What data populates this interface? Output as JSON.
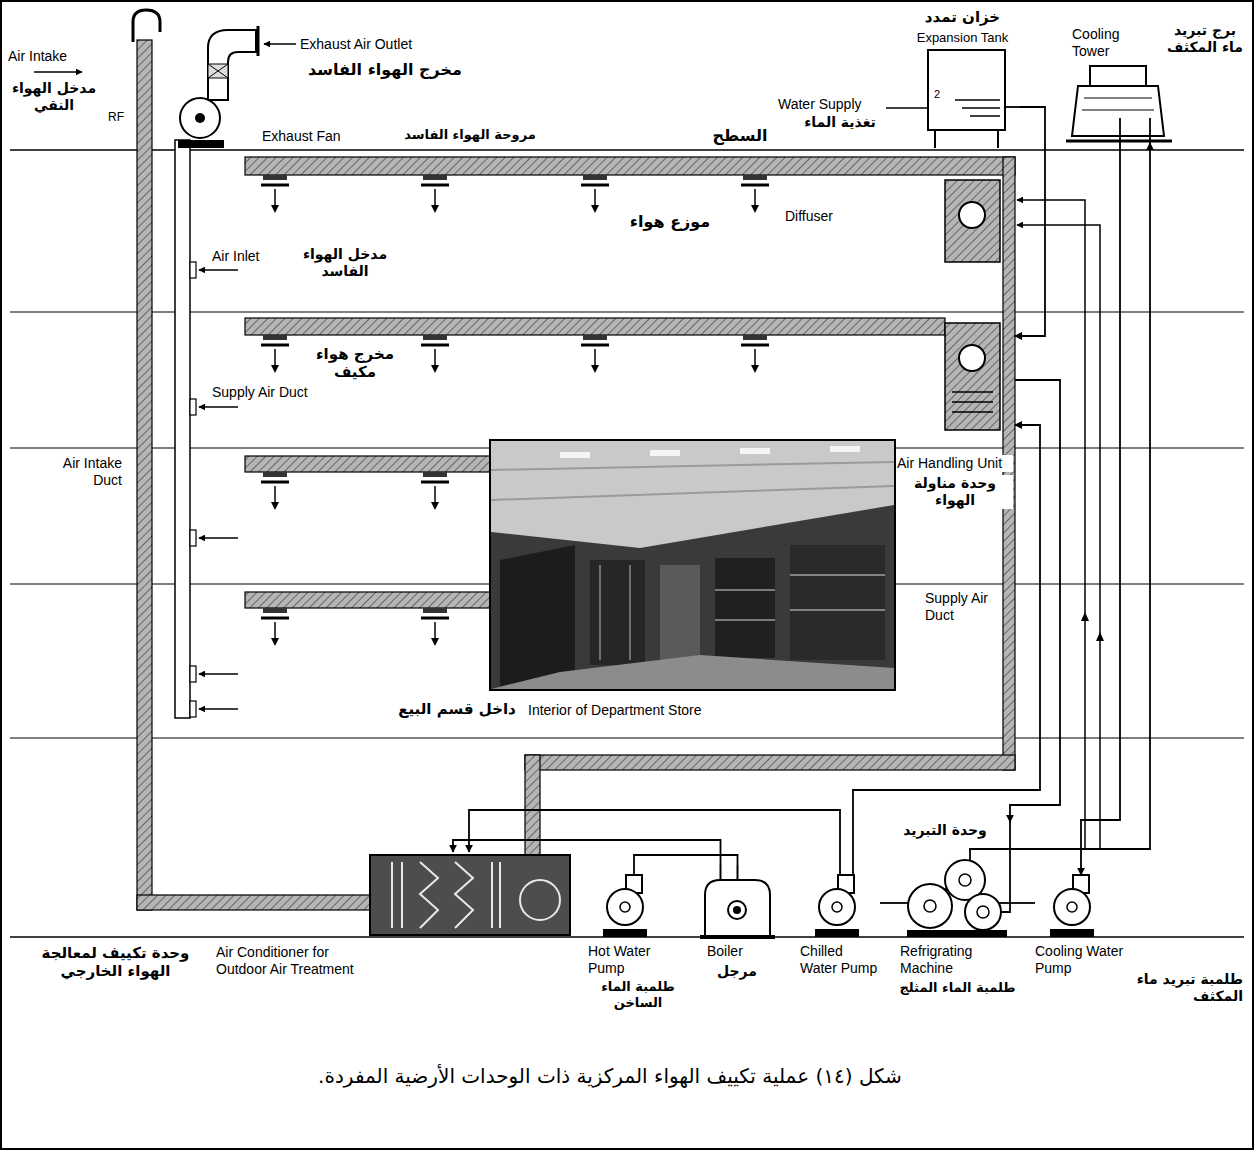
{
  "diagram": {
    "caption": "شكل (١٤) عملية تكييف الهواء المركزية ذات الوحدات الأرضية المفردة.",
    "nodes": [
      {
        "text": [
          "خزان تمدد",
          "Expansion Tank"
        ]
      },
      {
        "text": [
          "Cooling Tower",
          "برج تبريد ماء المكثف"
        ]
      },
      {
        "text": [
          "Air Handling Unit",
          "وحدة مناولة الهواء"
        ]
      },
      {
        "text": [
          "وحدة تكييف لمعالجة الهواء الخارجي",
          "Air Conditioner for Outdoor Air Treatment"
        ]
      },
      {
        "text": [
          "Hot Water Pump",
          "طلمبة الماء الساخن"
        ]
      },
      {
        "text": [
          "Boiler",
          "مرجل"
        ]
      },
      {
        "text": [
          "Chilled Water Pump"
        ]
      },
      {
        "text": [
          "وحدة التبريد",
          "Refrigrating Machine",
          "طلمبة الماء المثلج"
        ]
      },
      {
        "text": [
          "Cooling Water Pump",
          "طلمبة تبريد ماء المكثف"
        ]
      }
    ],
    "edges": [
      {
        "from": 4,
        "to": 5,
        "arrow": "none"
      },
      {
        "from": 5,
        "to": 3,
        "arrow": "to"
      },
      {
        "from": 6,
        "to": 3,
        "arrow": "to"
      },
      {
        "from": 7,
        "to": 6,
        "arrow": "none"
      },
      {
        "from": 6,
        "to": 2,
        "arrow": "to"
      },
      {
        "from": 2,
        "to": 7,
        "arrow": "to"
      },
      {
        "from": 8,
        "to": 7,
        "arrow": "none"
      },
      {
        "from": 7,
        "to": 1,
        "arrow": "to"
      },
      {
        "from": 1,
        "to": 8,
        "arrow": "to"
      },
      {
        "from": 0,
        "to": 2,
        "arrow": "to"
      }
    ],
    "labels": [
      "Air Intake",
      "مدخل الهواء النقي",
      "RF",
      "Exhaust Air Outlet",
      "مخرج الهواء الفاسد",
      "Exhaust Fan",
      "مروحة الهواء الفاسد",
      "السطح",
      "Water Supply",
      "تغذية الماء",
      "2",
      "Diffuser",
      "موزع هواء",
      "Air Inlet",
      "مدخل الهواء الفاسد",
      "مخرج هواء مكيف",
      "Supply Air Duct",
      "Air Intake Duct",
      "Supply Air Duct",
      "داخل قسم البيع",
      "Interior of Department Store"
    ]
  }
}
